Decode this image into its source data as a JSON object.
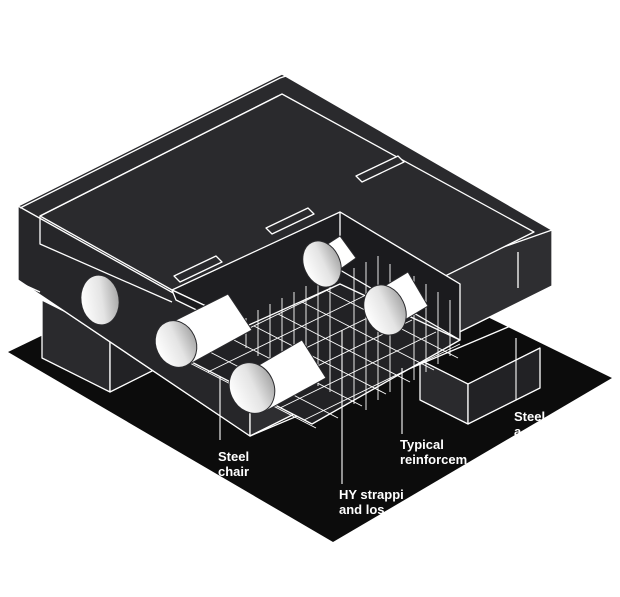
{
  "diagram": {
    "labels": {
      "steel_chair": [
        "Steel",
        "chair"
      ],
      "hy_strapping": [
        "HY strappi",
        "and los"
      ],
      "typical_reinforcement": [
        "Typical",
        "reinforcem"
      ],
      "steel_right": [
        "Steel",
        "a"
      ]
    },
    "colors": {
      "block": "#2a2a2d",
      "ground": "#0c0c0c",
      "line": "#ffffff",
      "duct": "#ffffff",
      "duct_shade": "#bdbdbd"
    }
  }
}
